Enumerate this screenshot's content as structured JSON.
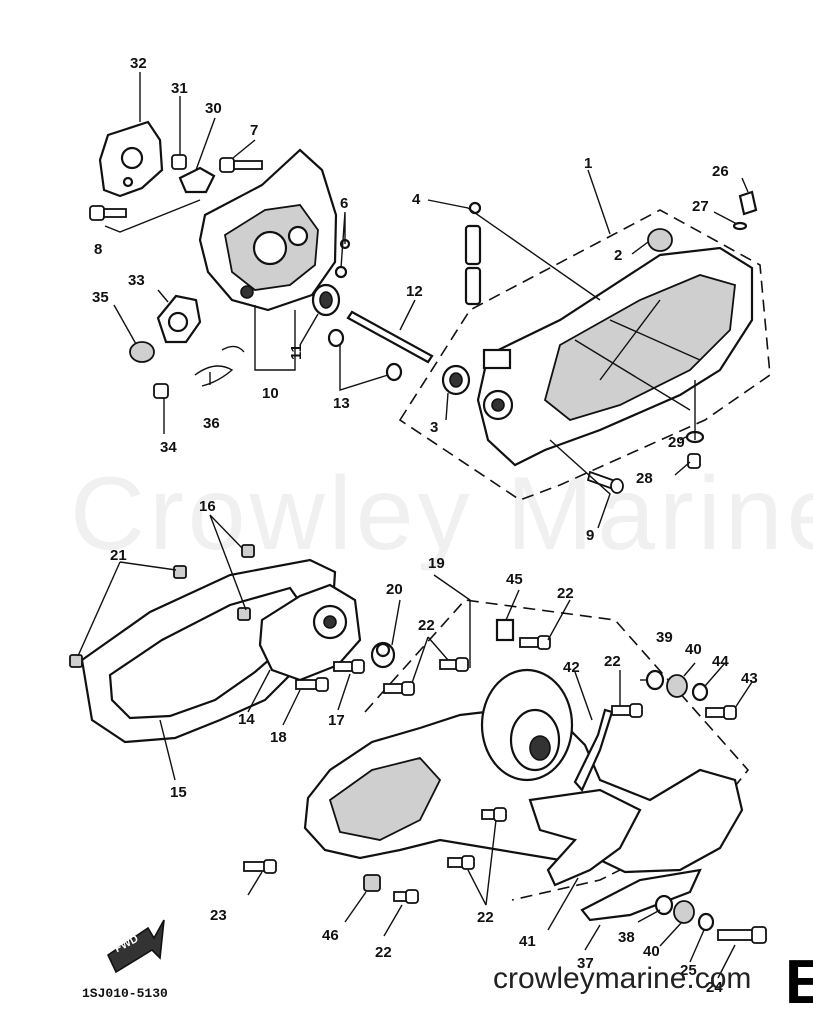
{
  "watermark": "Crowley Marine",
  "footer_url": "crowleymarine.com",
  "section_letter": "E",
  "drawing_code": "1SJ010-5130",
  "fwd_label": "FWD",
  "callouts": {
    "c1": "1",
    "c2": "2",
    "c3": "3",
    "c4": "4",
    "c6": "6",
    "c7": "7",
    "c8": "8",
    "c9": "9",
    "c10": "10",
    "c11": "11",
    "c12": "12",
    "c13": "13",
    "c14": "14",
    "c15": "15",
    "c16": "16",
    "c17": "17",
    "c18": "18",
    "c19": "19",
    "c20": "20",
    "c21": "21",
    "c22a": "22",
    "c22b": "22",
    "c22c": "22",
    "c22d": "22",
    "c22e": "22",
    "c23": "23",
    "c24": "24",
    "c25": "25",
    "c26": "26",
    "c27": "27",
    "c28": "28",
    "c29": "29",
    "c30": "30",
    "c31": "31",
    "c32": "32",
    "c33": "33",
    "c34": "34",
    "c35": "35",
    "c36": "36",
    "c37": "37",
    "c38": "38",
    "c39": "39",
    "c40a": "40",
    "c40b": "40",
    "c41": "41",
    "c42": "42",
    "c43": "43",
    "c44": "44",
    "c45": "45",
    "c46": "46"
  }
}
